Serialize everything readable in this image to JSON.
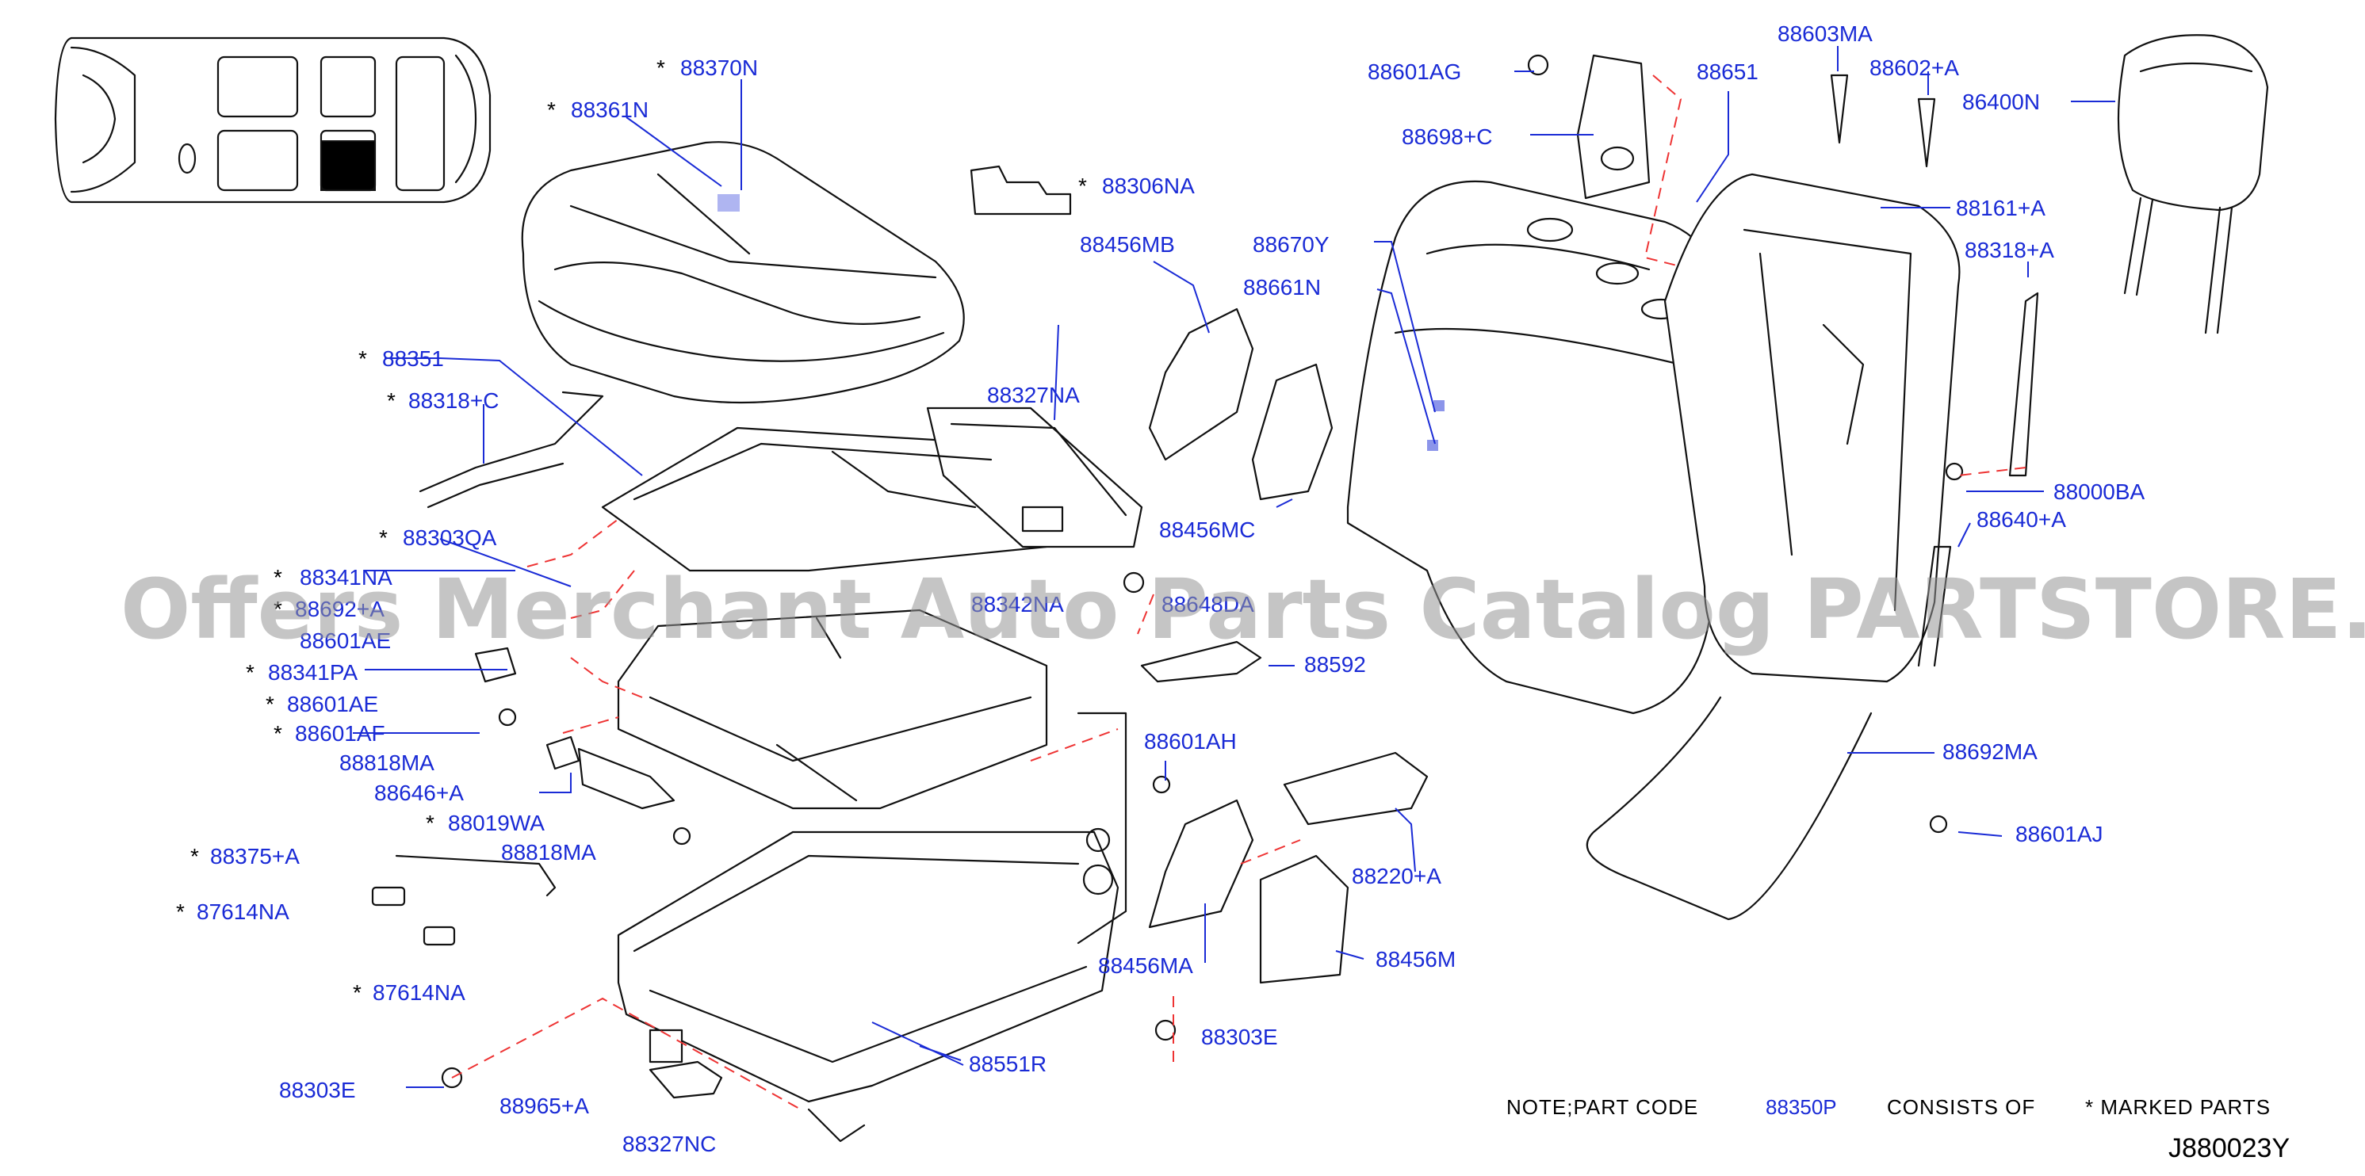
{
  "labels": [
    {
      "id": "88370N",
      "text": "88370N",
      "star": true
    },
    {
      "id": "88361N",
      "text": "88361N",
      "star": true
    },
    {
      "id": "88306NA",
      "text": "88306NA",
      "star": true
    },
    {
      "id": "88351",
      "text": "88351",
      "star": true
    },
    {
      "id": "88318C",
      "text": "88318+C",
      "star": true
    },
    {
      "id": "88303QA",
      "text": "88303QA",
      "star": true
    },
    {
      "id": "88341NA",
      "text": "88341NA",
      "star": true
    },
    {
      "id": "88692A",
      "text": "88692+A",
      "star": true
    },
    {
      "id": "88601AE_a",
      "text": "88601AE",
      "star": false
    },
    {
      "id": "88341PA",
      "text": "88341PA",
      "star": true
    },
    {
      "id": "88601AE_b",
      "text": "88601AE",
      "star": true
    },
    {
      "id": "88601AF",
      "text": "88601AF",
      "star": true
    },
    {
      "id": "88818MA_a",
      "text": "88818MA",
      "star": false
    },
    {
      "id": "88646A",
      "text": "88646+A",
      "star": false
    },
    {
      "id": "88019WA",
      "text": "88019WA",
      "star": true
    },
    {
      "id": "88818MA_b",
      "text": "88818MA",
      "star": false
    },
    {
      "id": "88375A",
      "text": "88375+A",
      "star": true
    },
    {
      "id": "87614NA_a",
      "text": "87614NA",
      "star": true
    },
    {
      "id": "87614NA_b",
      "text": "87614NA",
      "star": true
    },
    {
      "id": "88303E_a",
      "text": "88303E",
      "star": false
    },
    {
      "id": "88965A",
      "text": "88965+A",
      "star": false
    },
    {
      "id": "88327NC",
      "text": "88327NC",
      "star": false
    },
    {
      "id": "88551R",
      "text": "88551R",
      "star": false
    },
    {
      "id": "88303E_b",
      "text": "88303E",
      "star": false
    },
    {
      "id": "88456MA",
      "text": "88456MA",
      "star": false
    },
    {
      "id": "88456M",
      "text": "88456M",
      "star": false
    },
    {
      "id": "88220A",
      "text": "88220+A",
      "star": false
    },
    {
      "id": "88601AH",
      "text": "88601AH",
      "star": false
    },
    {
      "id": "88592",
      "text": "88592",
      "star": false
    },
    {
      "id": "88342NA",
      "text": "88342NA",
      "star": false
    },
    {
      "id": "88648DA",
      "text": "88648DA",
      "star": false
    },
    {
      "id": "88327NA",
      "text": "88327NA",
      "star": false
    },
    {
      "id": "88456MB",
      "text": "88456MB",
      "star": false
    },
    {
      "id": "88456MC",
      "text": "88456MC",
      "star": false
    },
    {
      "id": "88670Y",
      "text": "88670Y",
      "star": false
    },
    {
      "id": "88661N",
      "text": "88661N",
      "star": false
    },
    {
      "id": "88601AG",
      "text": "88601AG",
      "star": false
    },
    {
      "id": "88698C",
      "text": "88698+C",
      "star": false
    },
    {
      "id": "88651",
      "text": "88651",
      "star": false
    },
    {
      "id": "88603MA",
      "text": "88603MA",
      "star": false
    },
    {
      "id": "88602A",
      "text": "88602+A",
      "star": false
    },
    {
      "id": "86400N",
      "text": "86400N",
      "star": false
    },
    {
      "id": "88161A",
      "text": "88161+A",
      "star": false
    },
    {
      "id": "88318A",
      "text": "88318+A",
      "star": false
    },
    {
      "id": "88000BA",
      "text": "88000BA",
      "star": false
    },
    {
      "id": "88640A",
      "text": "88640+A",
      "star": false
    },
    {
      "id": "88692MA",
      "text": "88692MA",
      "star": false
    },
    {
      "id": "88601AJ",
      "text": "88601AJ",
      "star": false
    }
  ],
  "note": {
    "prefix": "NOTE;PART  CODE",
    "code": "88350P",
    "consists": "CONSISTS   OF",
    "marked": "*  MARKED  PARTS"
  },
  "diagram_code": "J880023Y",
  "watermark": "Offers Merchant Auto Parts Catalog PARTSTORE.SA",
  "star_symbol": "*",
  "colors": {
    "label": "#1a2bd6",
    "leader_dash": "#e33333",
    "linework": "#111111",
    "watermark": "#969696"
  }
}
